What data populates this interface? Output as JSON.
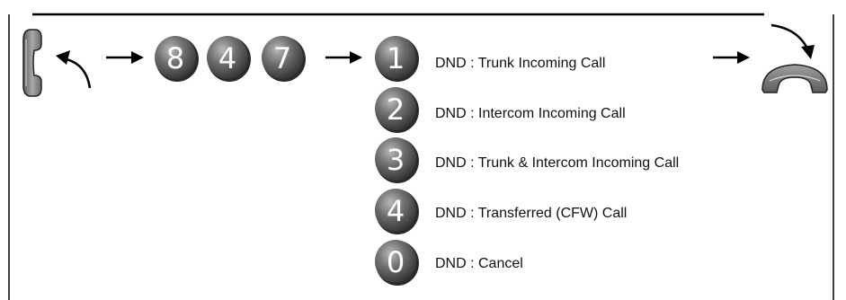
{
  "sequence_keys": [
    "8",
    "4",
    "7"
  ],
  "options": [
    {
      "key": "1",
      "label": "DND : Trunk Incoming Call"
    },
    {
      "key": "2",
      "label": "DND : Intercom Incoming Call"
    },
    {
      "key": "3",
      "label": "DND : Trunk & Intercom Incoming Call"
    },
    {
      "key": "4",
      "label": "DND : Transferred (CFW) Call"
    },
    {
      "key": "0",
      "label": "DND : Cancel"
    }
  ],
  "icons": {
    "start": "handset-lift-icon",
    "end": "handset-hangup-icon",
    "arrow": "arrow-right-icon"
  },
  "colors": {
    "key_fill": "#6e6e6e",
    "key_dark": "#3a3a3a",
    "handset": "#8a8a8a",
    "line": "#000000"
  }
}
